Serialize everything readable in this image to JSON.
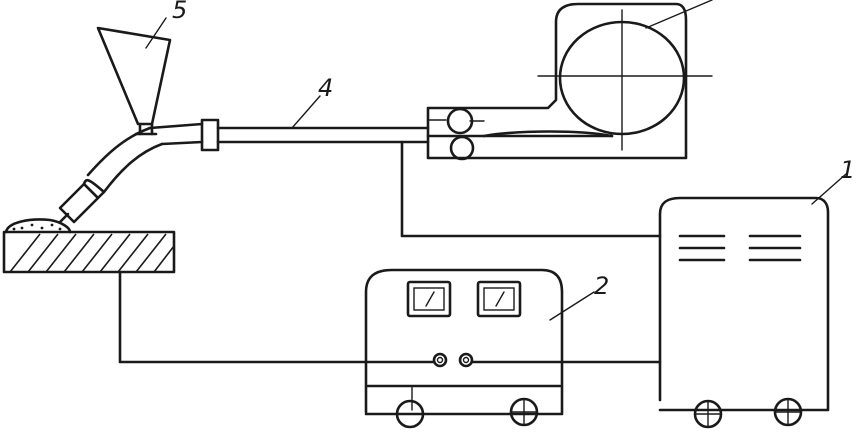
{
  "labels": {
    "power_source": "1",
    "control_cabinet": "2",
    "hose": "4",
    "hopper": "5"
  },
  "colors": {
    "ink": "#1a1a1a",
    "paper": "#ffffff"
  }
}
